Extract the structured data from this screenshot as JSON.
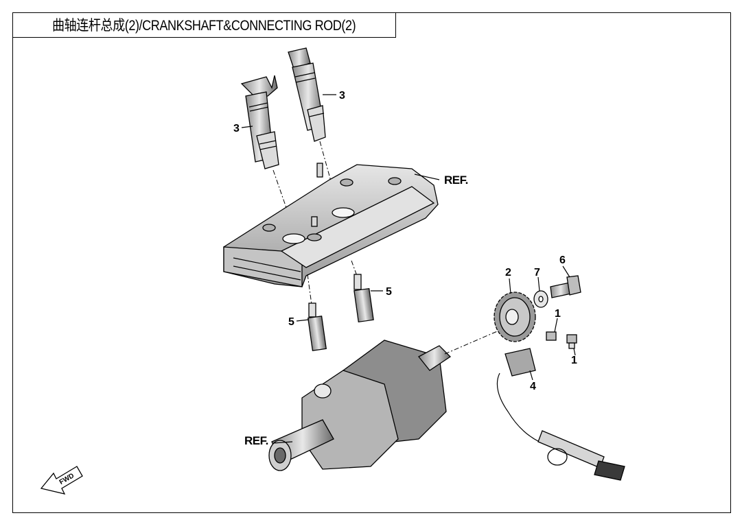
{
  "title": "曲轴连杆总成(2)/CRANKSHAFT&CONNECTING ROD(2)",
  "callouts": {
    "coil_left": "3",
    "coil_right": "3",
    "ref_cover": "REF.",
    "sprocket": "2",
    "washer": "7",
    "bolt_big": "6",
    "plug_right": "5",
    "plug_left": "5",
    "bolt_small_top": "1",
    "bolt_small_right": "1",
    "sensor": "4",
    "ref_crank": "REF."
  },
  "fwd_label": "FWD",
  "colors": {
    "line": "#000000",
    "fill_light": "#f2f2f2",
    "fill_mid": "#d0d0d0",
    "fill_dark": "#7a7a7a"
  }
}
